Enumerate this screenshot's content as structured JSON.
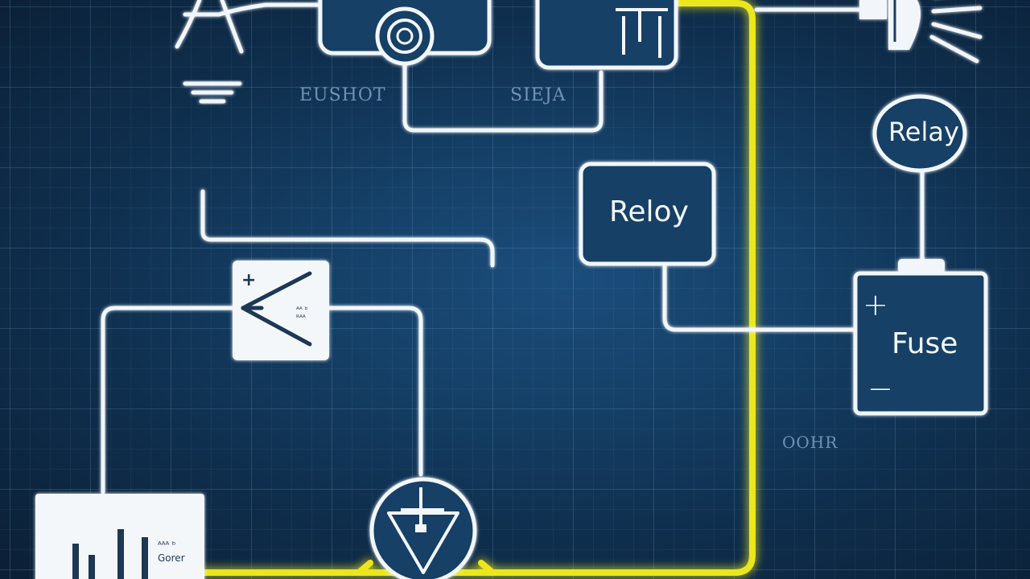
{
  "diagram": {
    "labels": {
      "top_left_caption": "EUSHOT",
      "top_middle_caption": "SIEJA",
      "relay_box_left": "Reloy",
      "relay_circle": "Relay",
      "fuse_box": "Fuse",
      "fuse_plus": "+",
      "fuse_minus": "−",
      "right_caption": "OOHR",
      "switch_plus": "+",
      "switch_mini": "ᴬᴬ ᵇ\nᴿᴬᴬ",
      "meter_line1": "ᴬᴬᴬ ᵇ",
      "meter_line2": "Gorer"
    },
    "colors": {
      "background": "#154067",
      "wire": "#f2f6fa",
      "highlight_wire": "#ece61e",
      "box_fill": "#173f66",
      "white_box": "#f4f7fa",
      "dark_ink": "#1e3854"
    },
    "icons": [
      "antenna-icon",
      "ground-icon",
      "motor-icon",
      "switch-icon",
      "lamp-icon",
      "triangle-sensor-icon",
      "meter-icon",
      "diode-switch-icon"
    ]
  }
}
